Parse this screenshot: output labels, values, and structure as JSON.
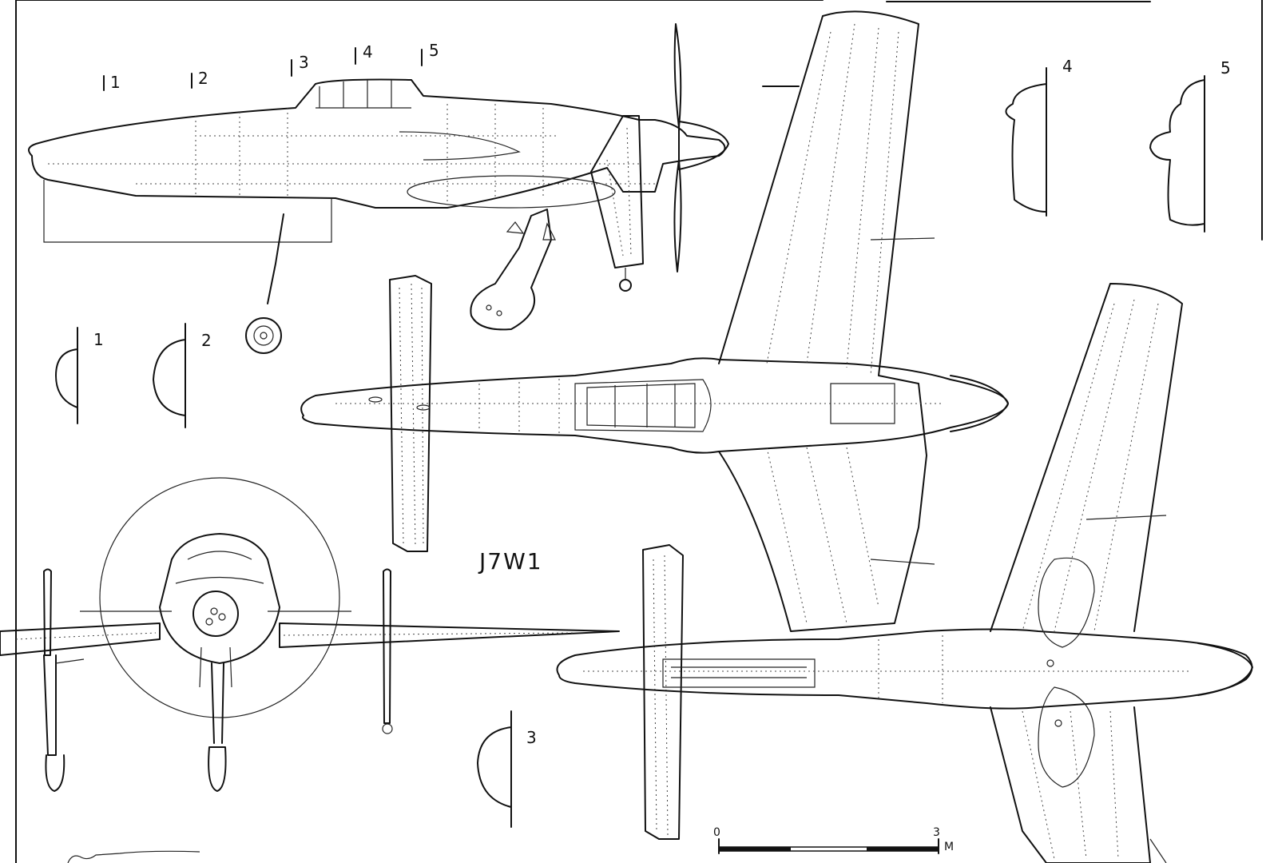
{
  "title": "J7W1",
  "station_markers": [
    "1",
    "2",
    "3",
    "4",
    "5"
  ],
  "section_labels": [
    "1",
    "2",
    "3",
    "4",
    "5"
  ],
  "scale_bar": {
    "start_label": "0",
    "end_label": "3",
    "unit": "M"
  },
  "views": [
    "side-view",
    "top-view",
    "front-view",
    "bottom-view"
  ]
}
